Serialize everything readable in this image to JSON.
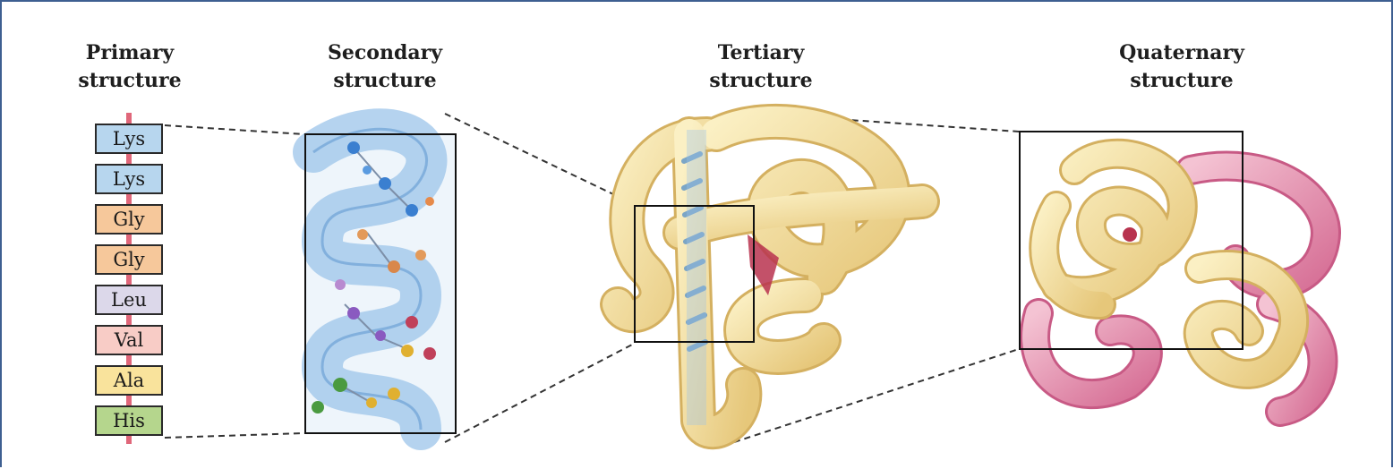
{
  "headers": {
    "primary": [
      "Primary",
      "structure"
    ],
    "secondary": [
      "Secondary",
      "structure"
    ],
    "tertiary": [
      "Tertiary",
      "structure"
    ],
    "quaternary": [
      "Quaternary",
      "structure"
    ]
  },
  "residues": [
    {
      "label": "Lys",
      "color": "#b7d6ee"
    },
    {
      "label": "Lys",
      "color": "#b7d6ee"
    },
    {
      "label": "Gly",
      "color": "#f6c89b"
    },
    {
      "label": "Gly",
      "color": "#f6c89b"
    },
    {
      "label": "Leu",
      "color": "#dcd8ea"
    },
    {
      "label": "Val",
      "color": "#f8ccc6"
    },
    {
      "label": "Ala",
      "color": "#f9e39c"
    },
    {
      "label": "His",
      "color": "#b5d68d"
    }
  ],
  "colors": {
    "frame": "#3e5f91",
    "stem": "#e0677a",
    "helix": "#9cc4ea",
    "tube": "#f3df9a",
    "tube_shade": "#d9b766",
    "subunit_b": "#e69ab8",
    "heme": "#b8334f"
  }
}
